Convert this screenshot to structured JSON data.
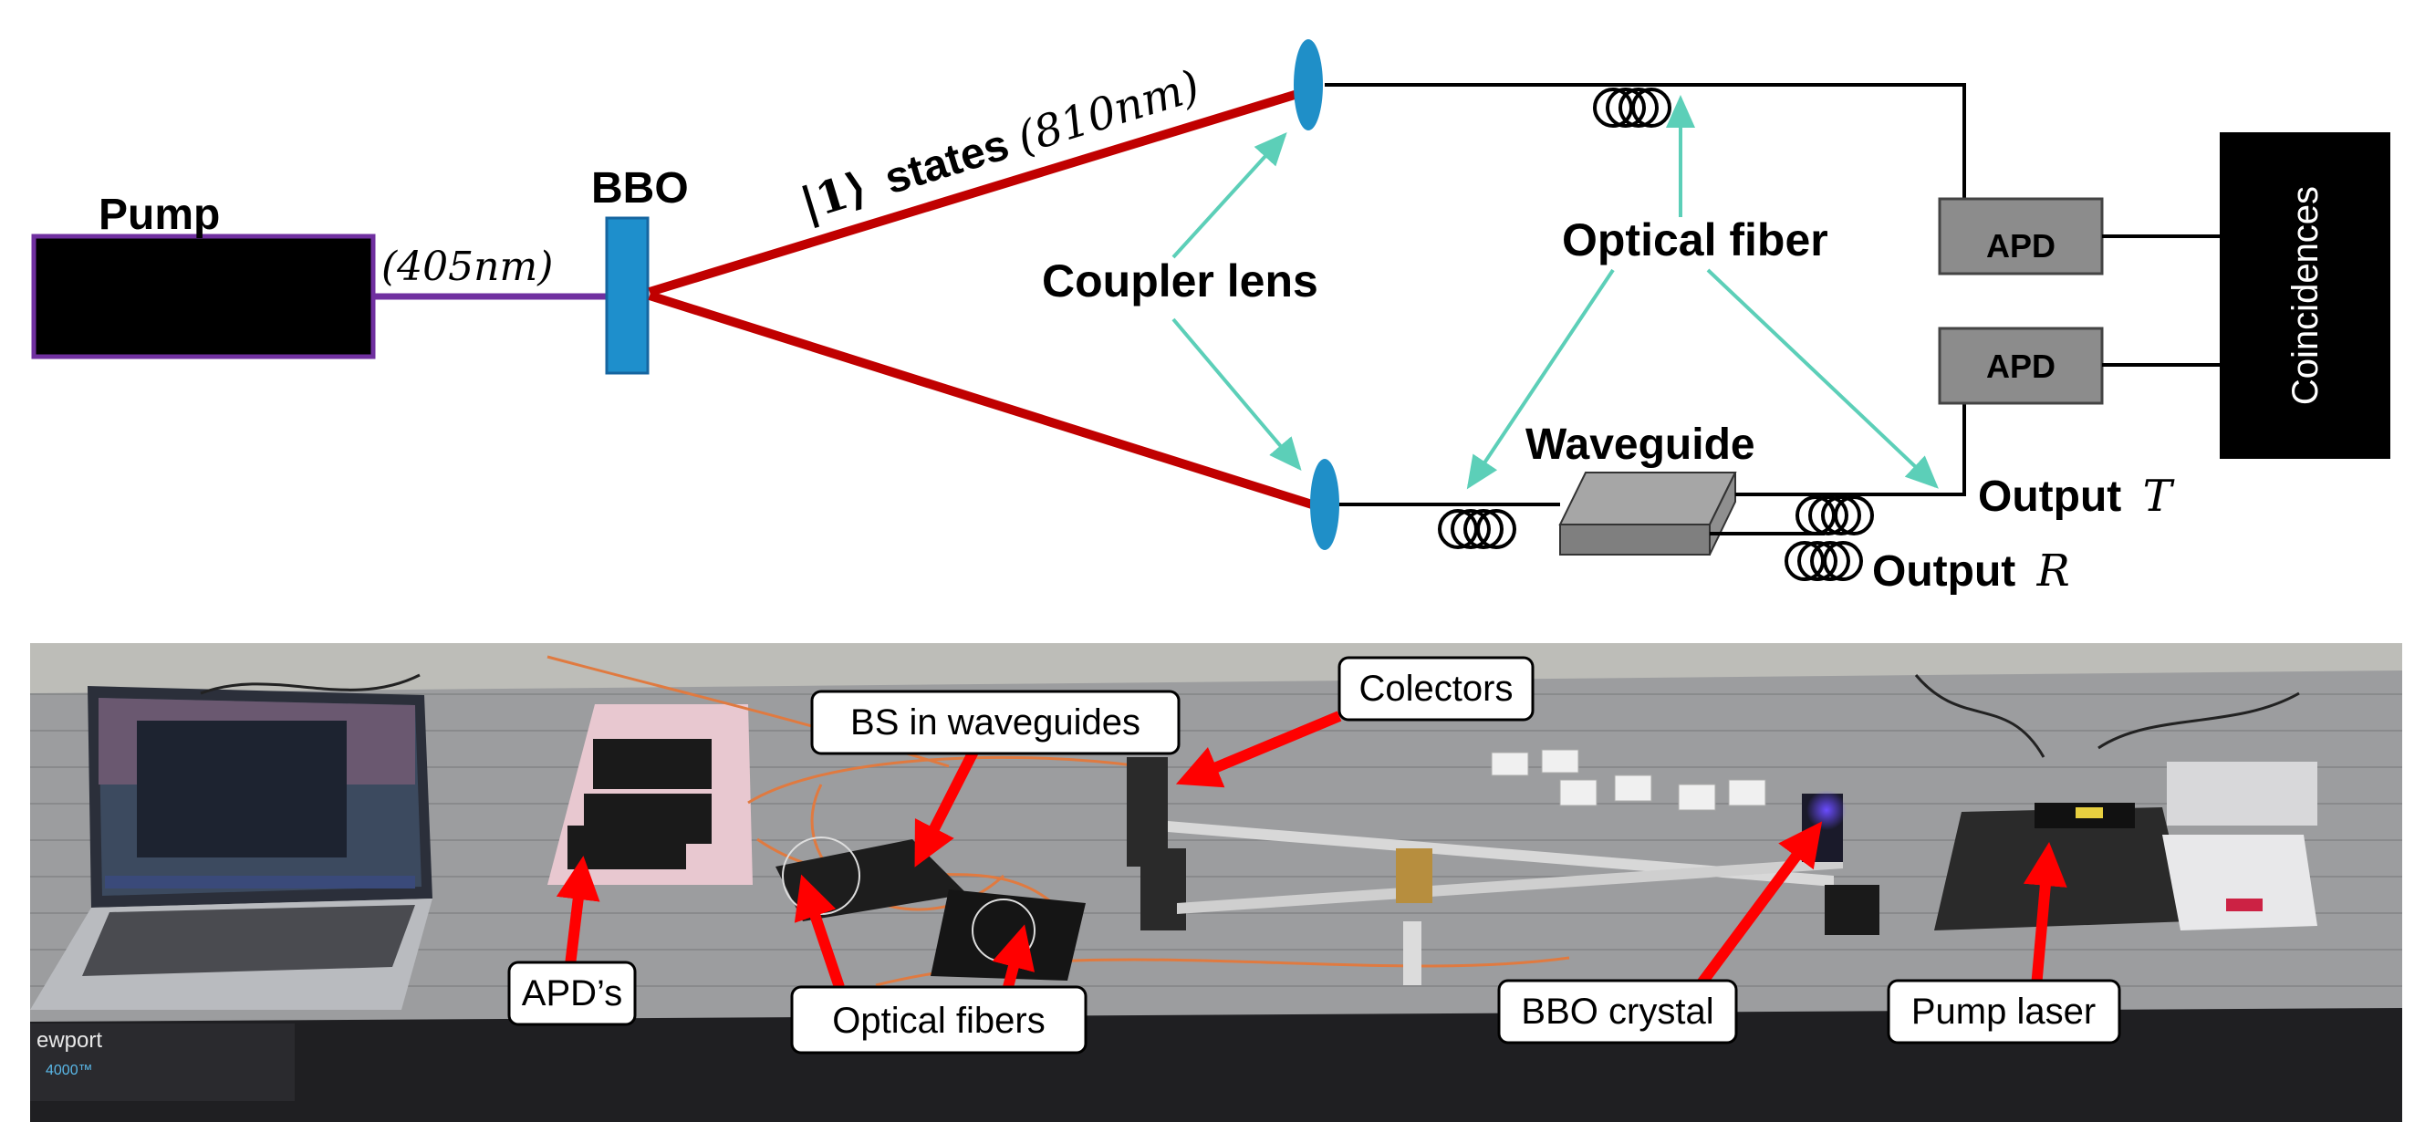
{
  "schematic": {
    "pump_label": "Pump",
    "pump_wavelength": "(405nm)",
    "bbo_label": "BBO",
    "states_ket": "|1⟩",
    "states_word": "states",
    "states_wavelength": "(810nm)",
    "coupler_lens_label": "Coupler lens",
    "optical_fiber_label": "Optical fiber",
    "waveguide_label": "Waveguide",
    "apd_top_label": "APD",
    "apd_bottom_label": "APD",
    "coincidences_label": "Coincidences",
    "output_t_word": "Output",
    "output_t_symbol": "T",
    "output_r_word": "Output",
    "output_r_symbol": "R"
  },
  "colors": {
    "pump_beam": "#7030a0",
    "photon_beam": "#c00000",
    "lens": "#1f8fc8",
    "arrow": "#5ccfb8",
    "apd_fill": "#8c8c8c",
    "callout_arrow": "#ff0000"
  },
  "photo": {
    "callouts": [
      {
        "id": "colectors",
        "label": "Colectors"
      },
      {
        "id": "bs",
        "label": "BS in waveguides"
      },
      {
        "id": "apds",
        "label": "APD’s"
      },
      {
        "id": "fibers",
        "label": "Optical fibers"
      },
      {
        "id": "bbo",
        "label": "BBO crystal"
      },
      {
        "id": "pump",
        "label": "Pump laser"
      }
    ],
    "table_brand": "ewport",
    "table_model": "4000™"
  }
}
